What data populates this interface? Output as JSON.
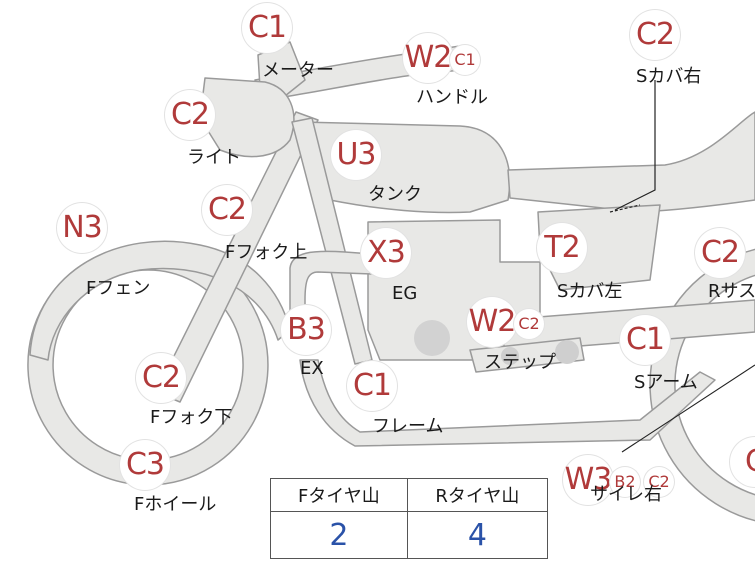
{
  "parts": [
    {
      "id": "meter",
      "code": "C1",
      "extras": [],
      "label": "メーター"
    },
    {
      "id": "handle",
      "code": "W2",
      "extras": [
        "C1"
      ],
      "label": "ハンドル"
    },
    {
      "id": "s-cover-right",
      "code": "C2",
      "extras": [],
      "label": "Sカバ右"
    },
    {
      "id": "light",
      "code": "C2",
      "extras": [],
      "label": "ライト"
    },
    {
      "id": "tank",
      "code": "U3",
      "extras": [],
      "label": "タンク"
    },
    {
      "id": "f-fork-upper",
      "code": "C2",
      "extras": [],
      "label": "Fフォク上"
    },
    {
      "id": "f-fender",
      "code": "N3",
      "extras": [],
      "label": "Fフェン"
    },
    {
      "id": "engine",
      "code": "X3",
      "extras": [],
      "label": "EG"
    },
    {
      "id": "s-cover-left",
      "code": "T2",
      "extras": [],
      "label": "Sカバ左"
    },
    {
      "id": "r-sus",
      "code": "C2",
      "extras": [],
      "label": "Rサス"
    },
    {
      "id": "exhaust",
      "code": "B3",
      "extras": [],
      "label": "EX"
    },
    {
      "id": "step",
      "code": "W2",
      "extras": [
        "C2"
      ],
      "label": "ステップ"
    },
    {
      "id": "s-arm",
      "code": "C1",
      "extras": [],
      "label": "Sアーム"
    },
    {
      "id": "f-fork-lower",
      "code": "C2",
      "extras": [],
      "label": "Fフォク下"
    },
    {
      "id": "frame",
      "code": "C1",
      "extras": [],
      "label": "フレーム"
    },
    {
      "id": "f-wheel",
      "code": "C3",
      "extras": [],
      "label": "Fホイール"
    },
    {
      "id": "side-stand-right",
      "code": "W3",
      "extras": [
        "B2",
        "C2"
      ],
      "label": "サイレ右"
    },
    {
      "id": "r-wheel",
      "code": "C",
      "extras": [],
      "label": ""
    }
  ],
  "tire_table": {
    "headers": [
      "Fタイヤ山",
      "Rタイヤ山"
    ],
    "values": [
      "2",
      "4"
    ]
  },
  "colors": {
    "badge_text": "#b03a3a",
    "bike_fill": "#e8e8e6",
    "bike_stroke": "#9a9a9a",
    "table_value": "#2a52a8"
  }
}
